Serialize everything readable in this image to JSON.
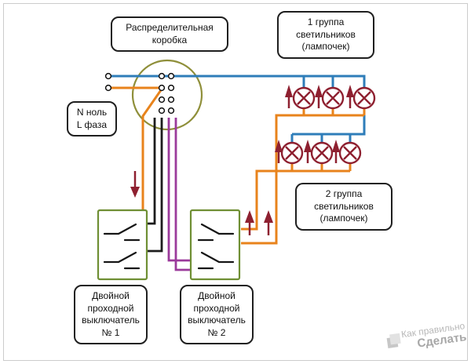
{
  "labels": {
    "distribution_box": "Распределительная\nкоробка",
    "group1": "1 группа\nсветильников\n(лампочек)",
    "nl": "N ноль\nL фаза",
    "group2": "2 группа\nсветильников\n(лампочек)",
    "switch1": "Двойной\nпроходной\nвыключатель\n№ 1",
    "switch2": "Двойной\nпроходной\nвыключатель\n№ 2"
  },
  "colors": {
    "neutral": "#2e7db9",
    "phase": "#e8831c",
    "traveller_black": "#1c1c1c",
    "traveller_purple": "#9b3a9b",
    "switch_outline": "#6f8f34",
    "junction": "#8f8f3a",
    "lamp": "#8e2030",
    "arrow": "#8e2030"
  },
  "watermark": {
    "brand_top": "Как правильно",
    "brand_bottom": "Сделать"
  }
}
